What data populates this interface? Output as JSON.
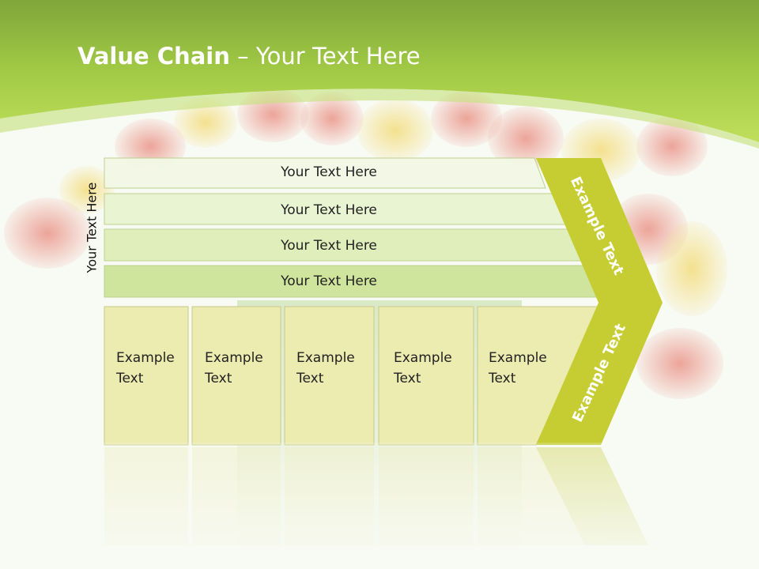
{
  "slide": {
    "title_bold": "Value Chain",
    "title_rest": " – Your Text Here",
    "side_label": "Your Text Here"
  },
  "bars": [
    {
      "label": "Your Text Here",
      "color": "#f3f8e6"
    },
    {
      "label": "Your Text Here",
      "color": "#e9f4d2"
    },
    {
      "label": "Your Text Here",
      "color": "#dfeeb8"
    },
    {
      "label": "Your Text Here",
      "color": "#cde49a"
    }
  ],
  "columns": [
    {
      "label": "Example\nText"
    },
    {
      "label": "Example\nText"
    },
    {
      "label": "Example\nText"
    },
    {
      "label": "Example\nText"
    },
    {
      "label": "Example\nText"
    }
  ],
  "arrow": {
    "upper_label": "Example Text",
    "lower_label": "Example Text",
    "color": "#c6cd32"
  },
  "colors": {
    "header_green": "#a5cc3c",
    "column_fill": "#ecebb0"
  }
}
